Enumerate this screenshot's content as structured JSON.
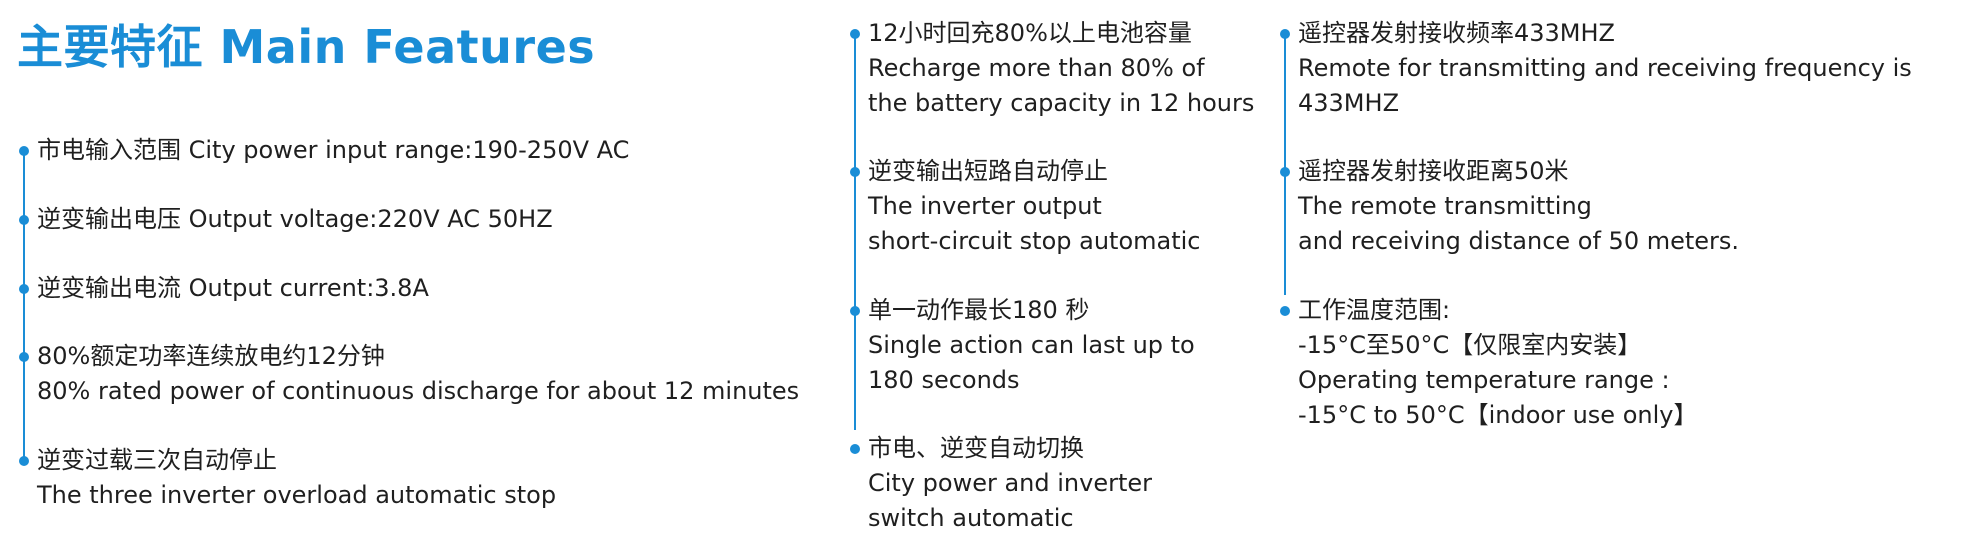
{
  "title": "主要特征 Main Features",
  "columns": [
    {
      "items": [
        {
          "lines": [
            "市电输入范围 City power input range:190-250V AC"
          ]
        },
        {
          "lines": [
            "逆变输出电压 Output voltage:220V  AC 50HZ"
          ]
        },
        {
          "lines": [
            "逆变输出电流 Output current:3.8A"
          ]
        },
        {
          "lines": [
            "80%额定功率连续放电约12分钟",
            "80% rated power of continuous discharge for about 12 minutes"
          ]
        },
        {
          "lines": [
            "逆变过载三次自动停止",
            "The three inverter overload automatic stop"
          ]
        }
      ]
    },
    {
      "items": [
        {
          "lines": [
            "12小时回充80%以上电池容量",
            "Recharge more than 80% of",
            "the battery capacity in 12 hours"
          ]
        },
        {
          "lines": [
            "逆变输出短路自动停止",
            "The inverter output",
            "short-circuit stop automatic"
          ]
        },
        {
          "lines": [
            "单一动作最长180 秒",
            "Single action can last up to",
            "180 seconds"
          ]
        },
        {
          "lines": [
            "市电、逆变自动切换",
            "City power and inverter",
            "switch automatic"
          ]
        }
      ]
    },
    {
      "items": [
        {
          "lines": [
            "遥控器发射接收频率433MHZ",
            "Remote for transmitting and receiving frequency is",
            "433MHZ"
          ]
        },
        {
          "lines": [
            "遥控器发射接收距离50米",
            "The remote transmitting",
            "and receiving distance of 50 meters."
          ]
        },
        {
          "lines": [
            "工作温度范围:",
            "-15°C至50°C【仅限室内安装】",
            "Operating temperature range :",
            "-15°C to 50°C【indoor use only】"
          ]
        }
      ]
    }
  ]
}
